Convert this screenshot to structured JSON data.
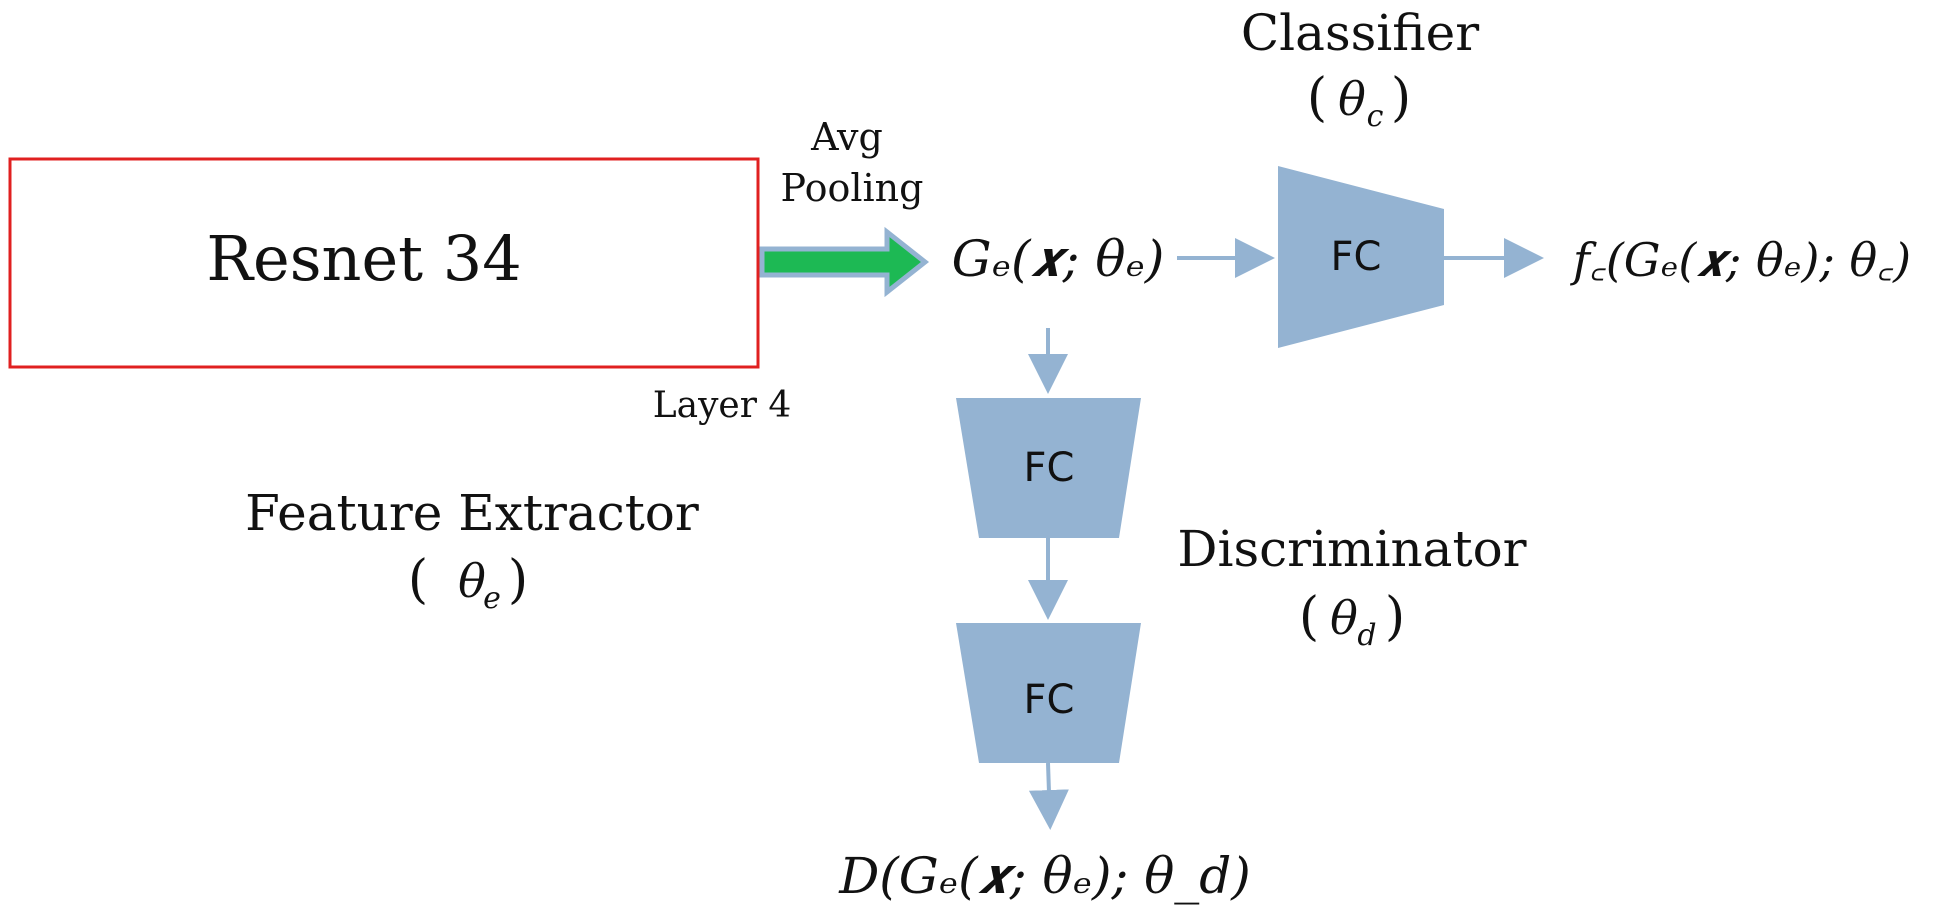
{
  "feature_extractor": {
    "box_label": "Resnet 34",
    "layer_label": "Layer 4",
    "name": "Feature Extractor",
    "param_open": "(",
    "param_symbol": "θ",
    "param_sub": "e",
    "param_close": ")"
  },
  "pooling": {
    "line1": "Avg",
    "line2": "Pooling"
  },
  "embedding": {
    "formula": "Gₑ(𝒙; θₑ)"
  },
  "classifier": {
    "name": "Classifier",
    "param_open": "(",
    "param_symbol": "θ",
    "param_sub": "c",
    "param_close": ")",
    "fc_label": "FC",
    "output_formula": "f꜀(Gₑ(𝒙; θₑ); θ꜀)"
  },
  "discriminator": {
    "name": "Discriminator",
    "param_open": "(",
    "param_symbol": "θ",
    "param_sub": "d",
    "param_close": ")",
    "fc1_label": "FC",
    "fc2_label": "FC",
    "output_formula": "D(Gₑ(𝒙; θₑ); θ_d)"
  },
  "colors": {
    "resnet_border": "#e02020",
    "pooling_arrow_fill": "#1db954",
    "pooling_arrow_outline": "#94b3d2",
    "fc_fill": "#94b3d2",
    "connector": "#94b3d2"
  }
}
